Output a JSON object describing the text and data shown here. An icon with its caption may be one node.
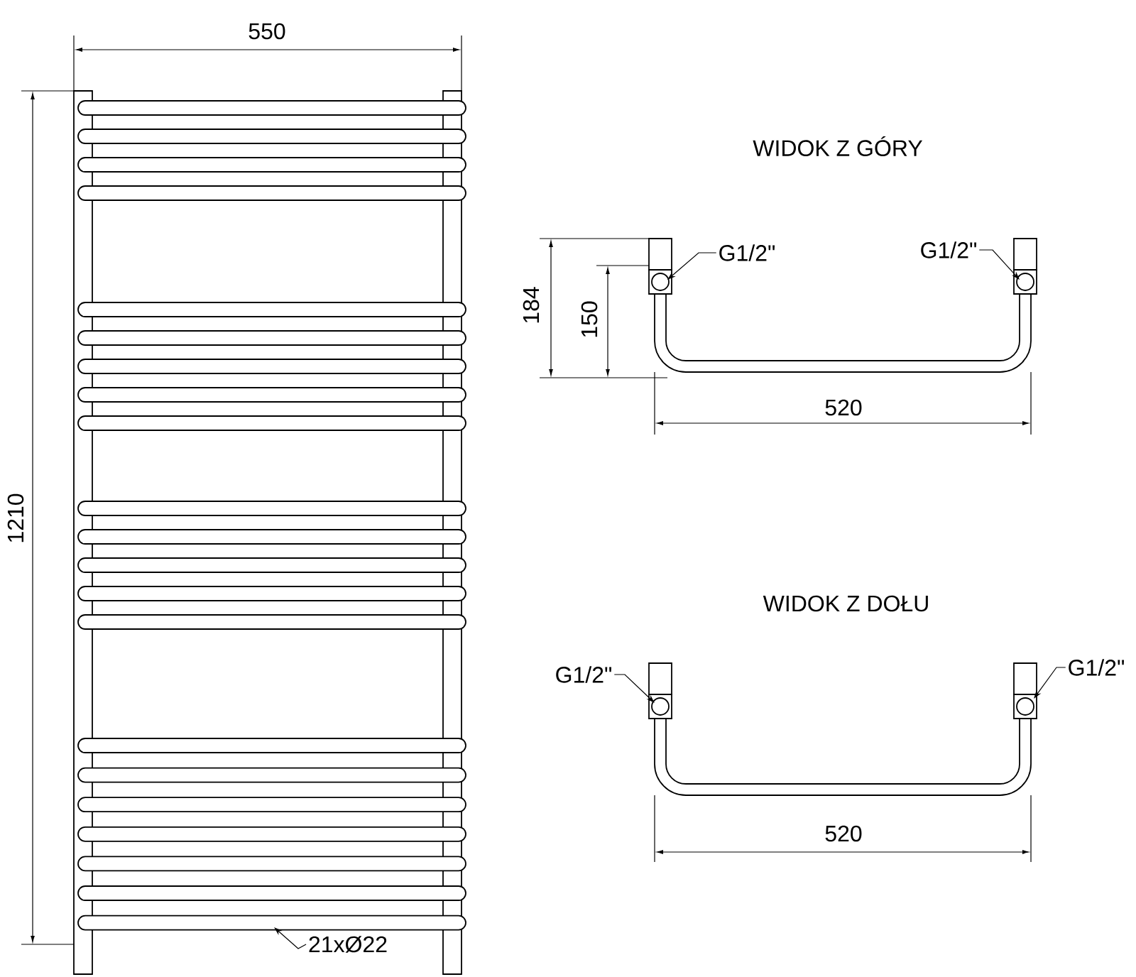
{
  "diagram": {
    "nodes": [
      {
        "text": [
          "G1/2\""
        ]
      },
      {
        "text": [
          "G1/2\""
        ]
      },
      {
        "text": [
          "G1/2\""
        ]
      },
      {
        "text": [
          "G1/2\""
        ]
      },
      {
        "text": [
          "21xØ22"
        ]
      }
    ],
    "edges": [
      {
        "from": 0,
        "to": null,
        "arrow": "to"
      },
      {
        "from": 1,
        "to": null,
        "arrow": "to"
      },
      {
        "from": 2,
        "to": null,
        "arrow": "to"
      },
      {
        "from": 3,
        "to": null,
        "arrow": "to"
      },
      {
        "from": 4,
        "to": null,
        "arrow": "to"
      }
    ],
    "labels": [
      "550",
      "1210",
      "WIDOK Z GÓRY",
      "184",
      "150",
      "520",
      "WIDOK Z DOŁU",
      "520"
    ]
  }
}
